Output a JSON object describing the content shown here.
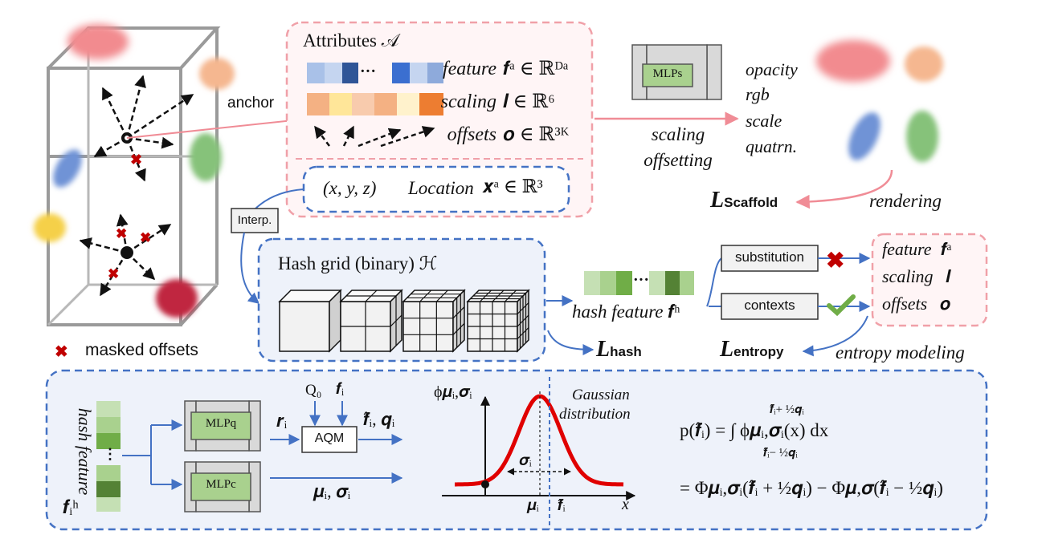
{
  "anchor_label": "anchor",
  "masked_offsets_label": "masked offsets",
  "attributes": {
    "title": "Attributes 𝒜",
    "feature_name": "feature",
    "feature_math": "𝒇ᵃ ∈ ℝᴰᵃ",
    "scaling_name": "scaling",
    "scaling_math": "𝒍 ∈ ℝ⁶",
    "offsets_name": "offsets",
    "offsets_math": "𝒐 ∈ ℝ³ᴷ",
    "ellipsis": "···"
  },
  "location": {
    "coords": "(x, y, z)",
    "name": "Location",
    "math": "𝒙ᵃ ∈ ℝ³"
  },
  "mlps_label": "MLPs",
  "scaling_offsetting": [
    "scaling",
    "offsetting"
  ],
  "outputs": [
    "opacity",
    "rgb",
    "scale",
    "quatrn."
  ],
  "loss_scaffold": {
    "main": "L",
    "sub": "Scaffold"
  },
  "rendering_label": "rendering",
  "interp_label": "Interp.",
  "hash_grid_title": "Hash grid (binary) ℋ",
  "hash_feature": {
    "name": "hash feature",
    "math": "𝒇ʰ"
  },
  "loss_hash": {
    "main": "L",
    "sub": "hash"
  },
  "substitution_label": "substitution",
  "contexts_label": "contexts",
  "right_attrs": [
    {
      "name": "feature",
      "math": "𝒇ᵃ"
    },
    {
      "name": "scaling",
      "math": "𝒍"
    },
    {
      "name": "offsets",
      "math": "𝒐"
    }
  ],
  "loss_entropy": {
    "main": "L",
    "sub": "entropy"
  },
  "entropy_modeling_label": "entropy modeling",
  "bottom": {
    "hash_feature_vertical": "hash feature",
    "fih": "𝒇ᵢʰ",
    "mlp_q": "MLPq",
    "mlp_c": "MLPc",
    "ri": "𝒓ᵢ",
    "q0": "Q₀",
    "fi": "𝒇ᵢ",
    "aqm": "AQM",
    "fhat_q": "𝒇̂ᵢ, 𝒒ᵢ",
    "mu_sigma": "𝝁ᵢ, 𝝈ᵢ",
    "phi_axis": "ϕ𝝁ᵢ,𝝈ᵢ",
    "gaussian_label": [
      "Gaussian",
      "distribution"
    ],
    "sigma": "𝝈ᵢ",
    "mu": "𝝁ᵢ",
    "fhat": "𝒇̂ᵢ",
    "x_axis": "x",
    "eq1": "p(𝒇̂ᵢ) = ∫ ϕ𝝁ᵢ,𝝈ᵢ(x) dx",
    "eq1_upper": "𝒇̂ᵢ+ ½𝒒ᵢ",
    "eq1_lower": "𝒇̂ᵢ− ½𝒒ᵢ",
    "eq2": "= Φ𝝁ᵢ,𝝈ᵢ(𝒇̂ᵢ + ½𝒒ᵢ) − Φ𝝁,𝝈(𝒇̂ᵢ − ½𝒒ᵢ)"
  },
  "colors": {
    "pink_dash": "#f0a0a8",
    "blue_dash": "#4472c4",
    "arrow_blue": "#4472c4",
    "arrow_pink": "#f08c96",
    "mlp_green": "#a9d18e",
    "gauss_red": "#e00000",
    "check_green": "#70ad47",
    "cross_red": "#c00000"
  }
}
